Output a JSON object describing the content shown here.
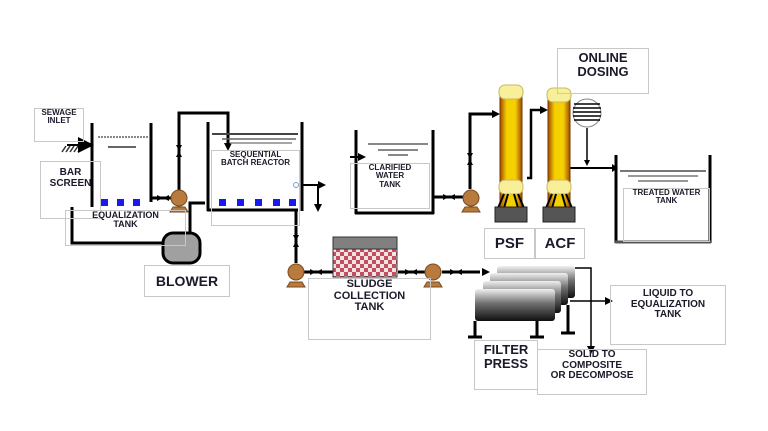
{
  "title": "Sewage Treatment Process Flow Diagram",
  "labels": {
    "sewage_inlet": [
      "SEWAGE",
      "INLET"
    ],
    "bar_screen": [
      "BAR",
      "SCREEN"
    ],
    "equalization_tank": [
      "EQUALIZATION",
      "TANK"
    ],
    "blower": [
      "BLOWER"
    ],
    "sbr": [
      "SEQUENTIAL",
      "BATCH REACTOR"
    ],
    "clarified_tank": [
      "CLARIFIED",
      "WATER",
      "TANK"
    ],
    "sludge_tank": [
      "SLUDGE",
      "COLLECTION",
      "TANK"
    ],
    "psf": [
      "PSF"
    ],
    "acf": [
      "ACF"
    ],
    "online_dosing": [
      "ONLINE",
      "DOSING"
    ],
    "treated_tank": [
      "TREATED WATER",
      "TANK"
    ],
    "filter_press": [
      "FILTER",
      "PRESS"
    ],
    "solid": [
      "SOLID TO COMPOSITE",
      "OR DECOMPOSE"
    ],
    "liquid": [
      "LIQUID TO",
      "EQUALIZATION",
      "TANK"
    ]
  },
  "colors": {
    "pipe": "#000000",
    "pump": "#b87a3d",
    "pump_dark": "#7a4a1c",
    "diffuser": "#1a1aee",
    "filter_outer": "#b85c00",
    "filter_inner": "#f5d000",
    "filter_cap": "#f8ef9a",
    "base_gray": "#555555",
    "blower_gray": "#a0a0a0",
    "sludge_check": "#c05060",
    "water_line": "#808080"
  }
}
